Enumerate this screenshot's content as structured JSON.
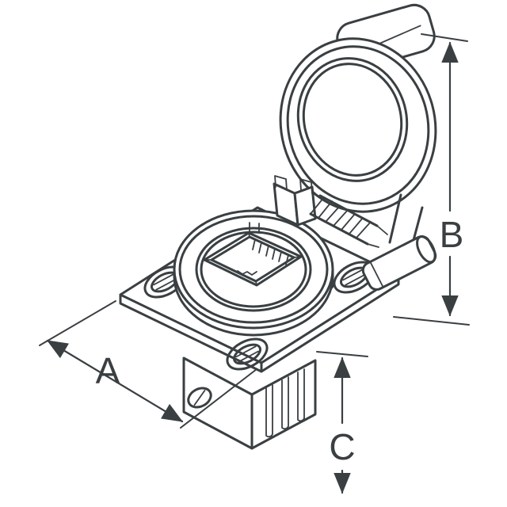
{
  "drawing": {
    "type": "technical-line-drawing",
    "line_color": "#3a3f42",
    "background": "#ffffff",
    "dimension_labels": {
      "a": "A",
      "b": "B",
      "c": "C"
    }
  }
}
